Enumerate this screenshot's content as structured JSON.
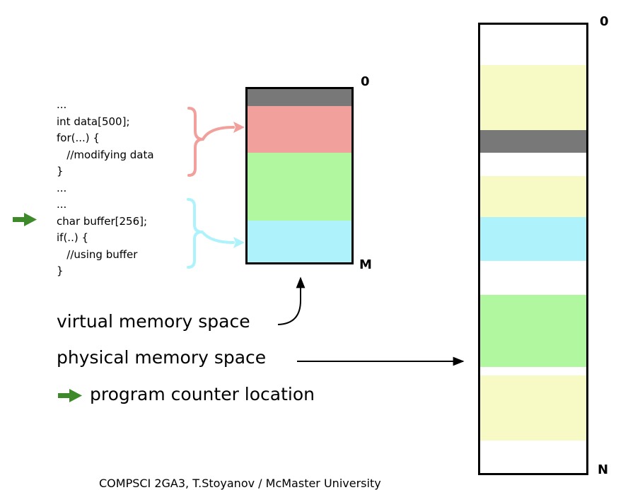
{
  "code_lines": [
    "...",
    "int data[500];",
    "for(...) {",
    "   //modifying data",
    "}",
    "...",
    "...",
    "char buffer[256];",
    "if(..) {",
    "   //using buffer",
    "}"
  ],
  "virtual_memory": {
    "start_label": "0",
    "end_label": "M",
    "caption": "virtual memory space"
  },
  "physical_memory": {
    "start_label": "0",
    "end_label": "N",
    "caption": "physical memory space"
  },
  "legend": {
    "program_counter": "program counter location"
  },
  "footer": "COMPSCI 2GA3, T.Stoyanov / McMaster University",
  "colors": {
    "gray": "#787878",
    "red": "#f2a09c",
    "green": "#b0f7a0",
    "cyan": "#aef3fb",
    "yellow": "#f8fac6",
    "pc_arrow": "#3e8a2a"
  }
}
